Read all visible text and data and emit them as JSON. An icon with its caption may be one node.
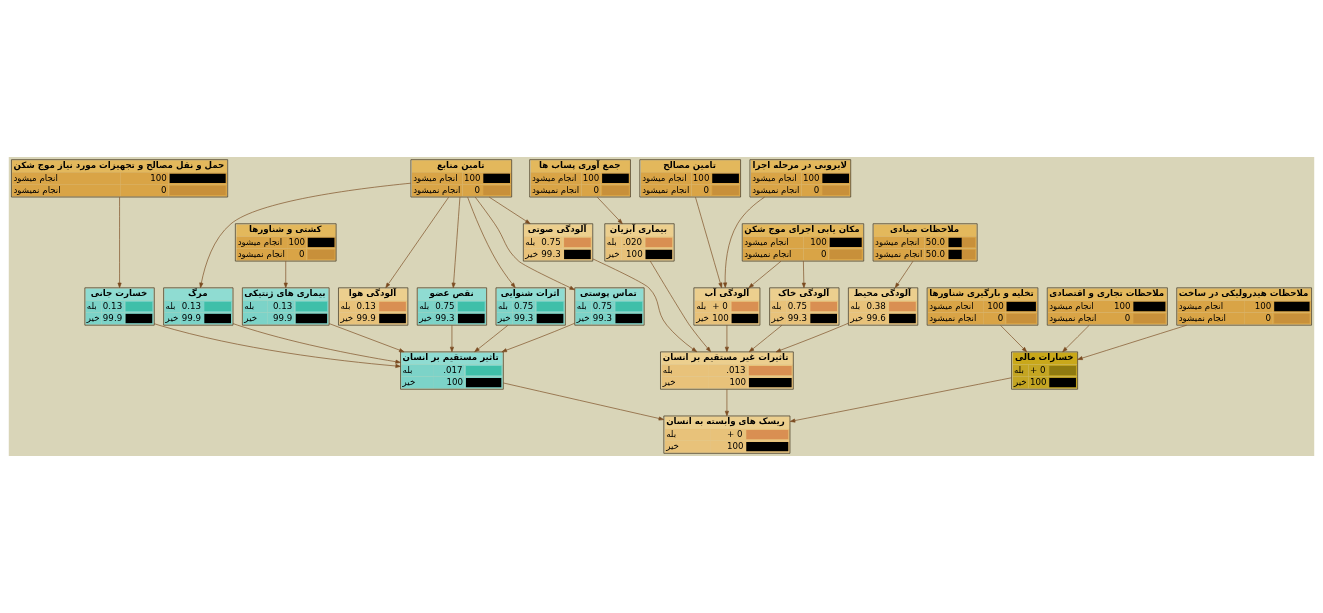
{
  "diagram": {
    "nodes": [
      {
        "text": [
          "حمل و نقل مصالح و تجهیزات مورد نیاز موج شکن",
          "انجام میشود",
          "100",
          "انجام نمیشود",
          "0"
        ]
      },
      {
        "text": [
          "تامین منابع",
          "انجام میشود",
          "100",
          "انجام نمیشود",
          "0"
        ]
      },
      {
        "text": [
          "جمع آوری پساب ها",
          "انجام میشود",
          "100",
          "انجام نمیشود",
          "0"
        ]
      },
      {
        "text": [
          "لایروبی در مرحله اجرا",
          "انجام میشود",
          "100",
          "انجام نمیشود",
          "0"
        ]
      },
      {
        "text": [
          "آلودگی صوتی",
          "بله",
          "0.75",
          "خیر",
          "99.3"
        ]
      },
      {
        "text": [
          "بیماری آبزیان",
          "بله",
          ".020",
          "خیر",
          "100"
        ]
      },
      {
        "text": [
          "تامین مصالح",
          "انجام میشود",
          "100",
          "انجام نمیشود",
          "0"
        ]
      },
      {
        "text": [
          "آلودگی آب",
          "بله",
          "+ 0",
          "خیر",
          "100"
        ]
      },
      {
        "text": [
          "آلودگی خاک",
          "بله",
          "0.75",
          "خیر",
          "99.3"
        ]
      },
      {
        "text": [
          "آلودگی هوا",
          "بله",
          "0.13",
          "خیر",
          "99.9"
        ]
      },
      {
        "text": [
          "خسارت جانی",
          "بله",
          "0.13",
          "خیر",
          "99.9"
        ]
      },
      {
        "text": [
          "نقص عضو",
          "بله",
          "0.75",
          "خیر",
          "99.3"
        ]
      },
      {
        "text": [
          "اثرات شنوایی",
          "بله",
          "0.75",
          "خیر",
          "99.3"
        ]
      },
      {
        "text": [
          "تماس پوستی",
          "بله",
          "0.75",
          "خیر",
          "99.3"
        ]
      },
      {
        "text": [
          "مرگ",
          "بله",
          "0.13",
          "خیر",
          "99.9"
        ]
      },
      {
        "text": [
          "آلودگی محیط",
          "بله",
          "0.38",
          "خیر",
          "99.6"
        ]
      },
      {
        "text": [
          "کشتی و شناورها",
          "انجام میشود",
          "100",
          "انجام نمیشود",
          "0"
        ]
      },
      {
        "text": [
          "ملاحظات صیادی",
          "انجام میشود",
          "50.0",
          "انجام نمیشود",
          "50.0"
        ]
      },
      {
        "text": [
          "مکان یابی اجرای موج شکن",
          "انجام میشود",
          "100",
          "انجام نمیشود",
          "0"
        ]
      },
      {
        "text": [
          "تخلیه و بارگیری شناورها",
          "انجام میشود",
          "100",
          "انجام نمیشود",
          "0"
        ]
      },
      {
        "text": [
          "ملاحظات تجاری و اقتصادی",
          "انجام میشود",
          "100",
          "انجام نمیشود",
          "0"
        ]
      },
      {
        "text": [
          "بیماری های ژنتیکی",
          "بله",
          "0.13",
          "خیر",
          "99.9"
        ]
      },
      {
        "text": [
          "ملاحظات هیدرولیکی در ساخت",
          "انجام میشود",
          "100",
          "انجام نمیشود",
          "0"
        ]
      },
      {
        "text": [
          "تاثیرات غیر مستقیم بر انسان",
          "بله",
          ".013",
          "خیر",
          "100"
        ]
      },
      {
        "text": [
          "خسارات مالی",
          "بله",
          "+ 0",
          "خیر",
          "100"
        ]
      },
      {
        "text": [
          "تاثیر مستقیم بر انسان",
          "بله",
          ".017",
          "خیر",
          "100"
        ]
      },
      {
        "text": [
          "ریسک های وابسته به انسان",
          "بله",
          "+ 0",
          "خیر",
          "100"
        ]
      }
    ],
    "edges": [
      {
        "from": 0,
        "to": 10,
        "arrow": "to"
      },
      {
        "from": 1,
        "to": 11,
        "arrow": "to"
      },
      {
        "from": 1,
        "to": 12,
        "arrow": "to"
      },
      {
        "from": 1,
        "to": 13,
        "arrow": "to"
      },
      {
        "from": 1,
        "to": 14,
        "arrow": "to"
      },
      {
        "from": 1,
        "to": 4,
        "arrow": "to"
      },
      {
        "from": 1,
        "to": 9,
        "arrow": "to"
      },
      {
        "from": 2,
        "to": 5,
        "arrow": "to"
      },
      {
        "from": 3,
        "to": 7,
        "arrow": "to"
      },
      {
        "from": 6,
        "to": 7,
        "arrow": "to"
      },
      {
        "from": 18,
        "to": 7,
        "arrow": "to"
      },
      {
        "from": 18,
        "to": 8,
        "arrow": "to"
      },
      {
        "from": 17,
        "to": 15,
        "arrow": "to"
      },
      {
        "from": 16,
        "to": 21,
        "arrow": "to"
      },
      {
        "from": 10,
        "to": 25,
        "arrow": "to"
      },
      {
        "from": 11,
        "to": 25,
        "arrow": "to"
      },
      {
        "from": 12,
        "to": 25,
        "arrow": "to"
      },
      {
        "from": 13,
        "to": 25,
        "arrow": "to"
      },
      {
        "from": 14,
        "to": 25,
        "arrow": "to"
      },
      {
        "from": 21,
        "to": 25,
        "arrow": "to"
      },
      {
        "from": 4,
        "to": 23,
        "arrow": "to"
      },
      {
        "from": 15,
        "to": 23,
        "arrow": "to"
      },
      {
        "from": 5,
        "to": 23,
        "arrow": "to"
      },
      {
        "from": 7,
        "to": 23,
        "arrow": "to"
      },
      {
        "from": 8,
        "to": 23,
        "arrow": "to"
      },
      {
        "from": 19,
        "to": 24,
        "arrow": "to"
      },
      {
        "from": 20,
        "to": 24,
        "arrow": "to"
      },
      {
        "from": 22,
        "to": 24,
        "arrow": "to"
      },
      {
        "from": 25,
        "to": 26,
        "arrow": "to"
      },
      {
        "from": 24,
        "to": 26,
        "arrow": "to"
      },
      {
        "from": 23,
        "to": 26,
        "arrow": "to"
      }
    ]
  }
}
